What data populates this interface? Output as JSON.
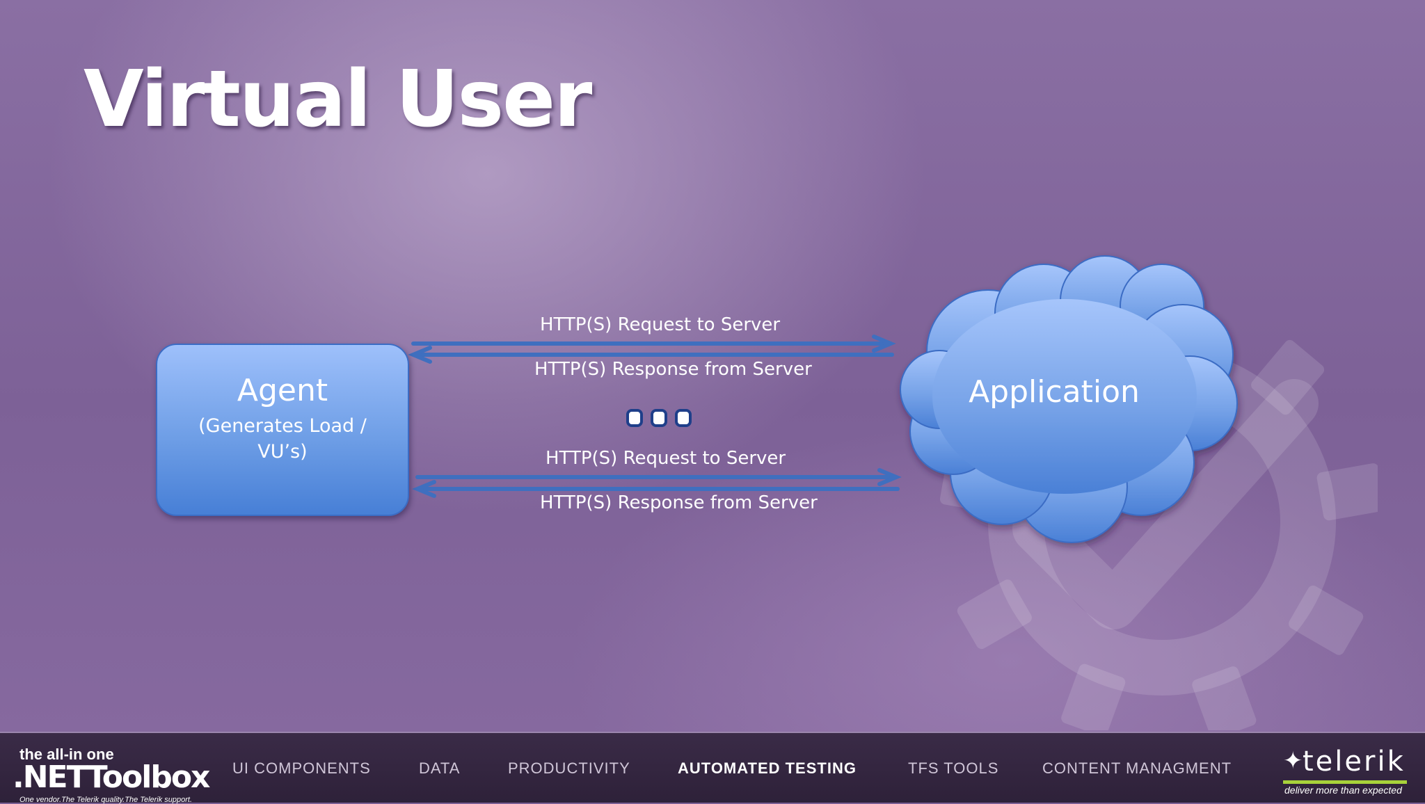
{
  "slide": {
    "title": "Virtual User",
    "agent": {
      "title": "Agent",
      "subtitle": "(Generates Load / VU’s)"
    },
    "application_label": "Application",
    "arrows": [
      {
        "request": "HTTP(S) Request to Server",
        "response": "HTTP(S) Response from Server"
      },
      {
        "request": "HTTP(S) Request to Server",
        "response": "HTTP(S) Response from Server"
      }
    ],
    "ellipsis_icon": "three-dots-icon",
    "background_icon": "gear-checkmark-icon"
  },
  "footer": {
    "logo_left": {
      "line1": "the all-in one",
      "line2": ".NETToolbox",
      "line3": "One vendor.The Telerik quality.The Telerik support."
    },
    "nav": [
      "UI COMPONENTS",
      "DATA",
      "PRODUCTIVITY",
      "AUTOMATED TESTING",
      "TFS TOOLS",
      "CONTENT MANAGMENT"
    ],
    "active_nav": "AUTOMATED TESTING",
    "logo_right": {
      "brand": "telerik",
      "tagline": "deliver more than expected"
    }
  },
  "colors": {
    "arrow": "#3f6fbf",
    "box_fill": "#6e9ee6",
    "footer_bg": "#2e2139",
    "telerik_accent": "#a8d23a"
  }
}
